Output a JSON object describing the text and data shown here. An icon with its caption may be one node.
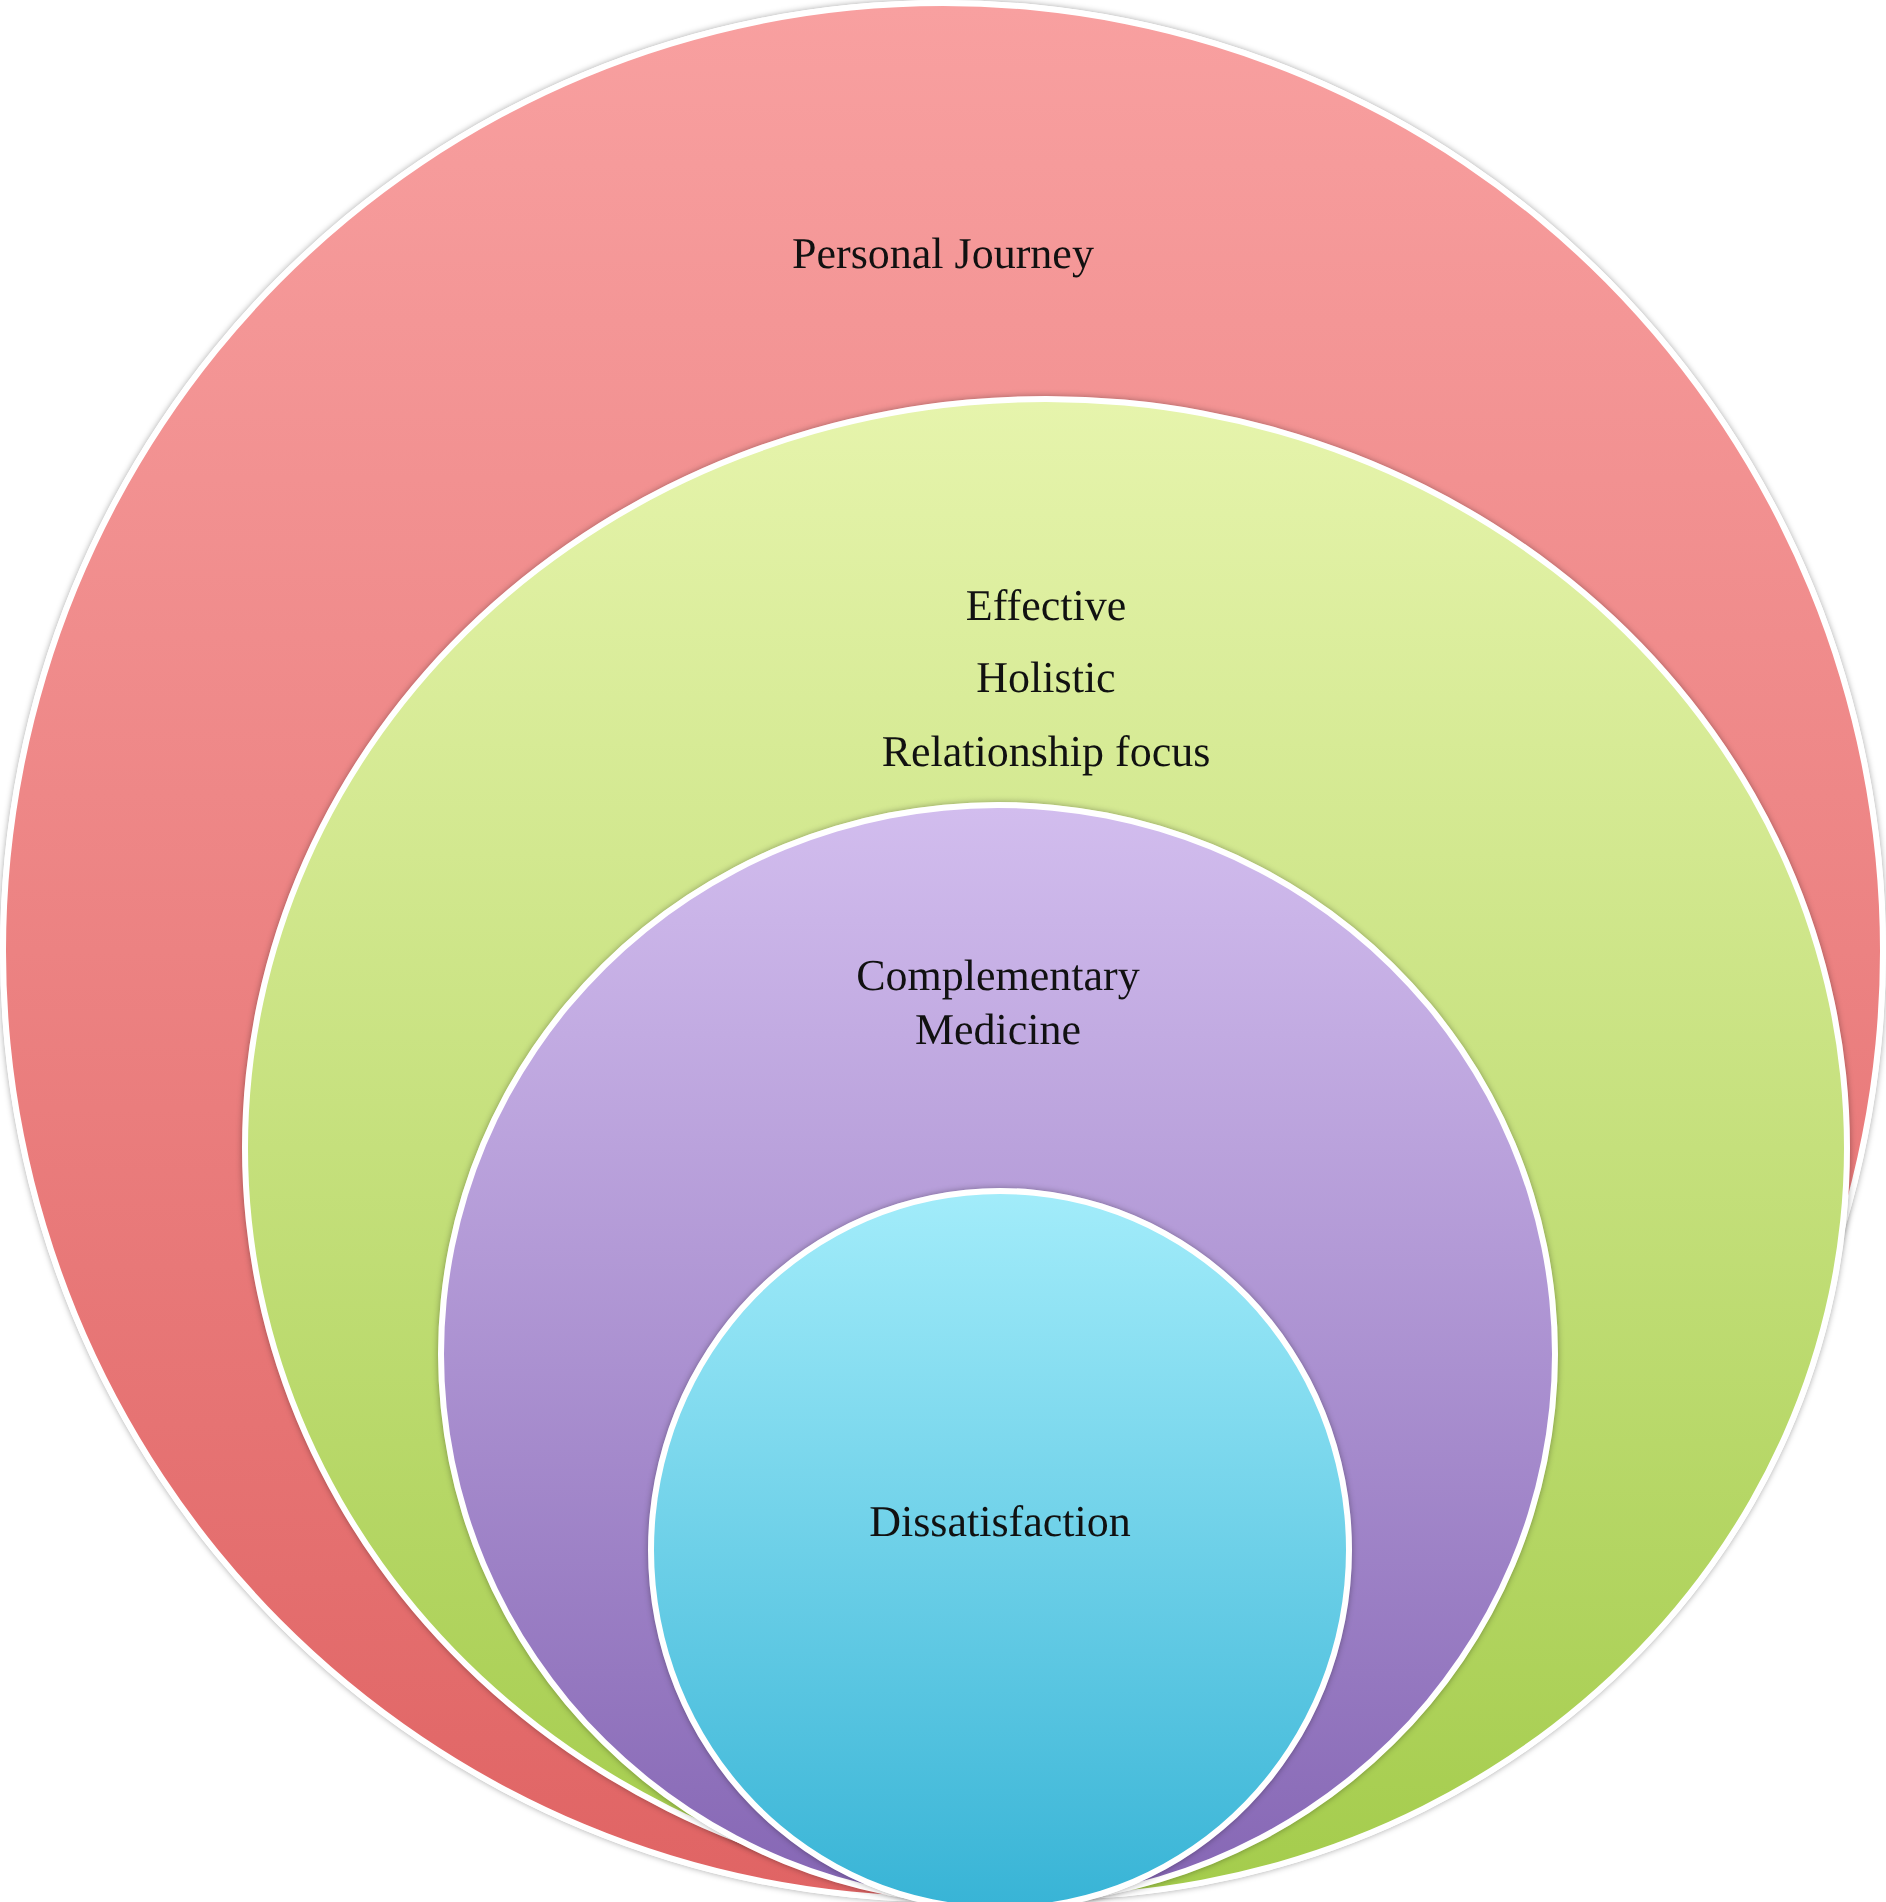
{
  "diagram": {
    "nodes": [
      {
        "text": [
          "Personal Journey"
        ]
      },
      {
        "text": [
          "Effective",
          "Holistic",
          "Relationship focus"
        ],
        "in": 0
      },
      {
        "text": [
          "Complementary Medicine"
        ],
        "in": 1
      },
      {
        "text": [
          "Dissatisfaction"
        ],
        "in": 2
      }
    ]
  }
}
